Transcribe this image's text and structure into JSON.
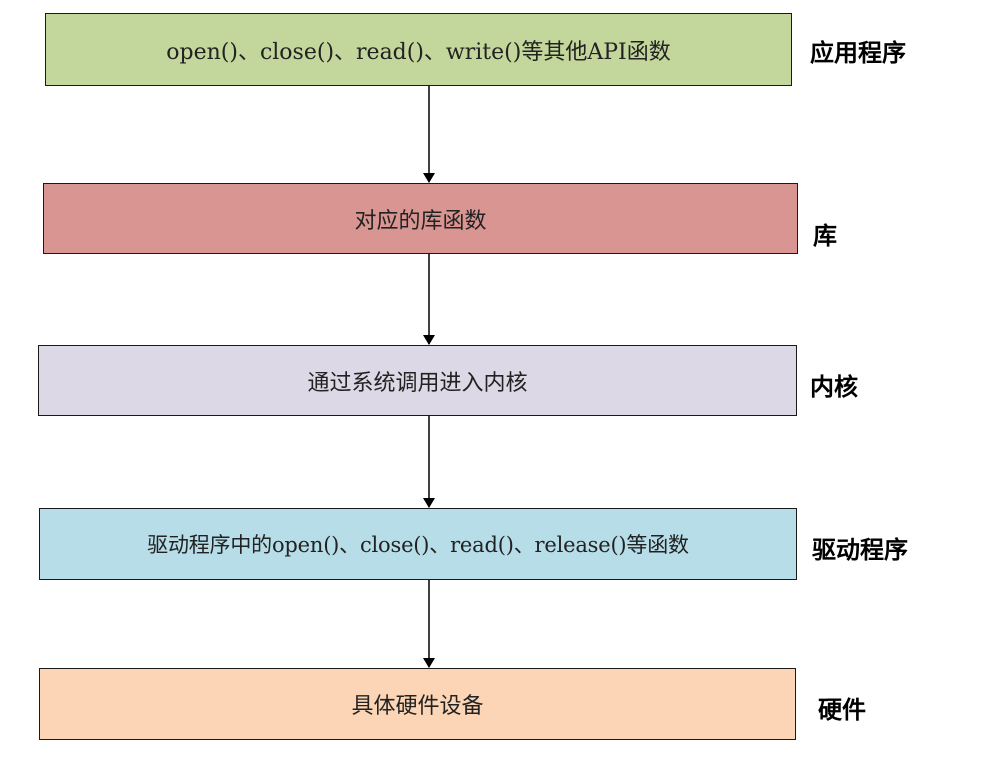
{
  "layers": [
    {
      "box_text": "open()、close()、read()、write()等其他API函数",
      "label": "应用程序",
      "fill": "#c3d69b"
    },
    {
      "box_text": "对应的库函数",
      "label": "库",
      "fill": "#d99591"
    },
    {
      "box_text": "通过系统调用进入内核",
      "label": "内核",
      "fill": "#ddd8e6"
    },
    {
      "box_text": "驱动程序中的open()、close()、read()、release()等函数",
      "label": "驱动程序",
      "fill": "#b6dde8"
    },
    {
      "box_text": "具体硬件设备",
      "label": "硬件",
      "fill": "#fbd5b5"
    }
  ],
  "arrow_color": "#000000"
}
